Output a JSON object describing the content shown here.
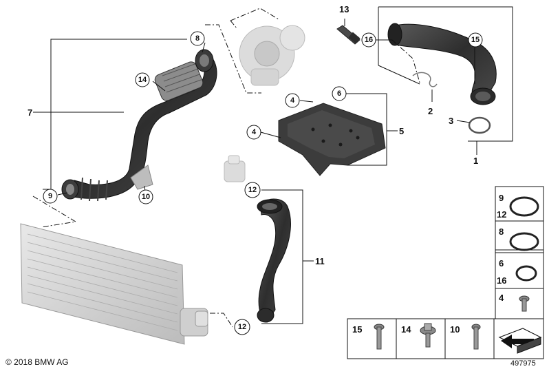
{
  "callouts": {
    "c1": "1",
    "c2": "2",
    "c3": "3",
    "c4a": "4",
    "c4b": "4",
    "c5": "5",
    "c6": "6",
    "c7": "7",
    "c8": "8",
    "c9": "9",
    "c10": "10",
    "c11": "11",
    "c12a": "12",
    "c12b": "12",
    "c13": "13",
    "c14": "14",
    "c15": "15",
    "c16": "16"
  },
  "legend": {
    "row1_a": "9",
    "row1_b": "12",
    "row2": "8",
    "row3_a": "6",
    "row3_b": "16",
    "row4": "4",
    "bottom_15": "15",
    "bottom_14": "14",
    "bottom_10": "10"
  },
  "footer": {
    "copyright": "© 2018 BMW AG",
    "diagram_number": "497975"
  },
  "colors": {
    "line": "#111111",
    "part_dark": "#3a3a3a",
    "part_mid": "#6b6b6b",
    "part_light": "#bdbdbd",
    "part_ghost": "#d6d6d6"
  }
}
